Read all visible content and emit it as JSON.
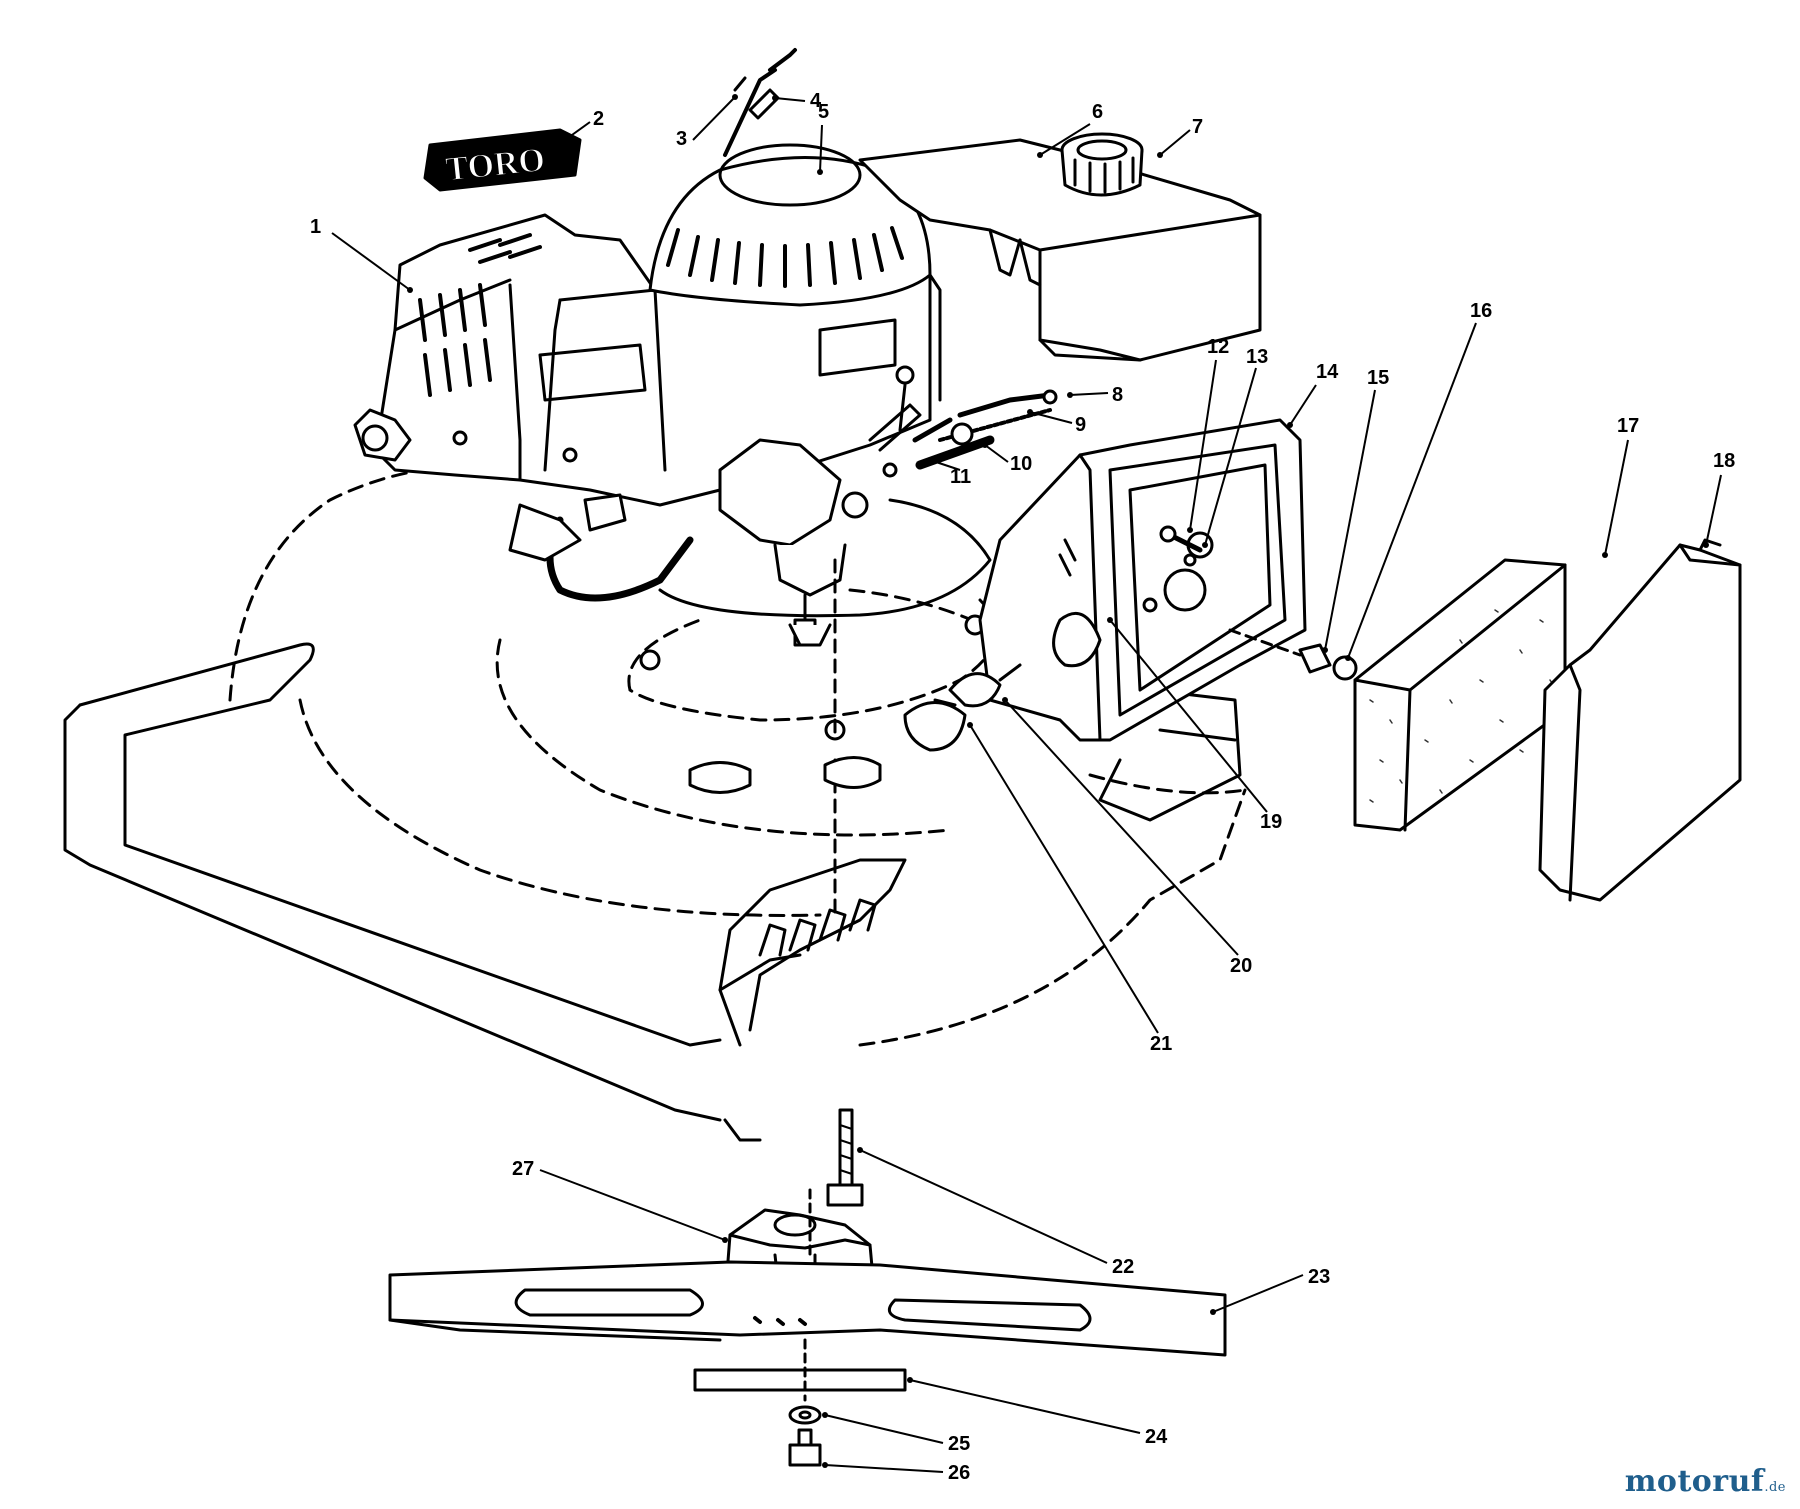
{
  "decal_text": "TORO",
  "callouts": [
    "1",
    "2",
    "3",
    "4",
    "5",
    "6",
    "7",
    "8",
    "9",
    "10",
    "11",
    "12",
    "13",
    "14",
    "15",
    "16",
    "17",
    "18",
    "19",
    "20",
    "21",
    "22",
    "23",
    "24",
    "25",
    "26",
    "27"
  ],
  "watermark": {
    "name": "motoruf",
    "tld": ".de"
  },
  "colors": {
    "line": "#000000",
    "background": "#ffffff",
    "watermark": "#1f5e8c"
  }
}
